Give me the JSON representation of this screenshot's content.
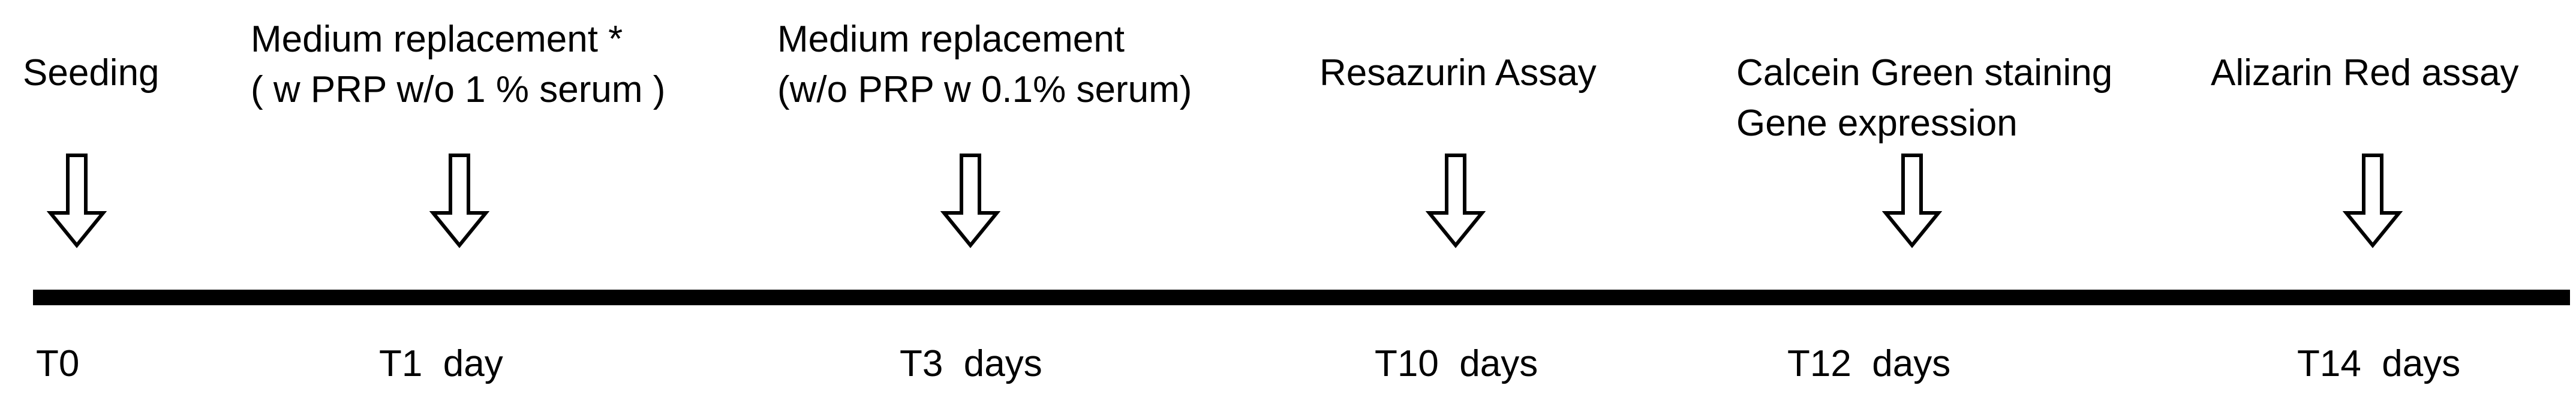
{
  "events": [
    {
      "lines": [
        "Seeding"
      ],
      "time": "T0"
    },
    {
      "lines": [
        "Medium replacement *",
        "( w PRP w/o 1 % serum )"
      ],
      "time": "T1  day"
    },
    {
      "lines": [
        "Medium replacement",
        "(w/o PRP w 0.1% serum)"
      ],
      "time": "T3  days"
    },
    {
      "lines": [
        "Resazurin Assay"
      ],
      "time": "T10  days"
    },
    {
      "lines": [
        "Calcein Green staining",
        "Gene expression"
      ],
      "time": "T12  days"
    },
    {
      "lines": [
        "Alizarin Red assay"
      ],
      "time": "T14  days"
    }
  ],
  "colors": {
    "line": "#000000",
    "arrow_fill": "#ffffff",
    "text": "#000000"
  }
}
